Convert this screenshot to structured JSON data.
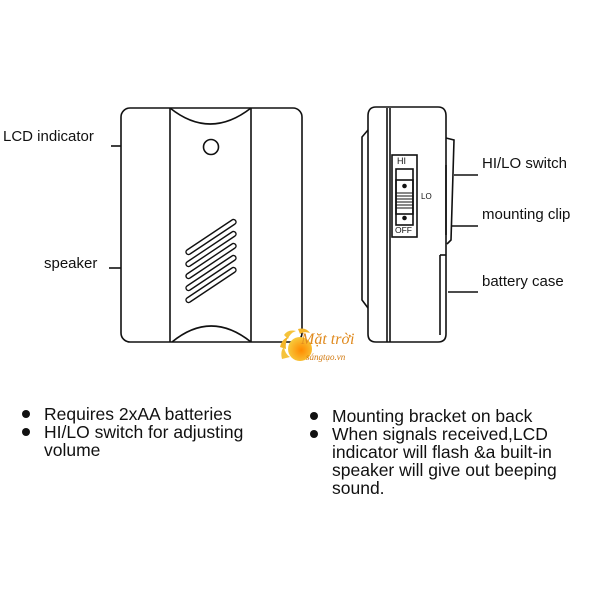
{
  "front_view": {
    "labels": {
      "lcd_indicator": "LCD indicator",
      "speaker": "speaker"
    }
  },
  "side_view": {
    "switch_positions": {
      "hi": "HI",
      "lo": "LO",
      "off": "OFF"
    },
    "labels": {
      "hi_lo_switch": "HI/LO switch",
      "mounting_clip": "mounting clip",
      "battery_case": "battery case"
    }
  },
  "watermark": {
    "name": "Mặt trời",
    "sub": "sángtạo.vn",
    "colors": {
      "primary": "#f5a623",
      "text": "#e08a1e"
    }
  },
  "features_left": [
    {
      "text": "Requires 2xAA batteries"
    },
    {
      "text": "HI/LO switch for adjusting volume"
    }
  ],
  "features_right": [
    {
      "text": "Mounting bracket on back"
    },
    {
      "text": "When signals received,LCD indicator will flash &a built-in speaker will give out beeping sound."
    }
  ]
}
